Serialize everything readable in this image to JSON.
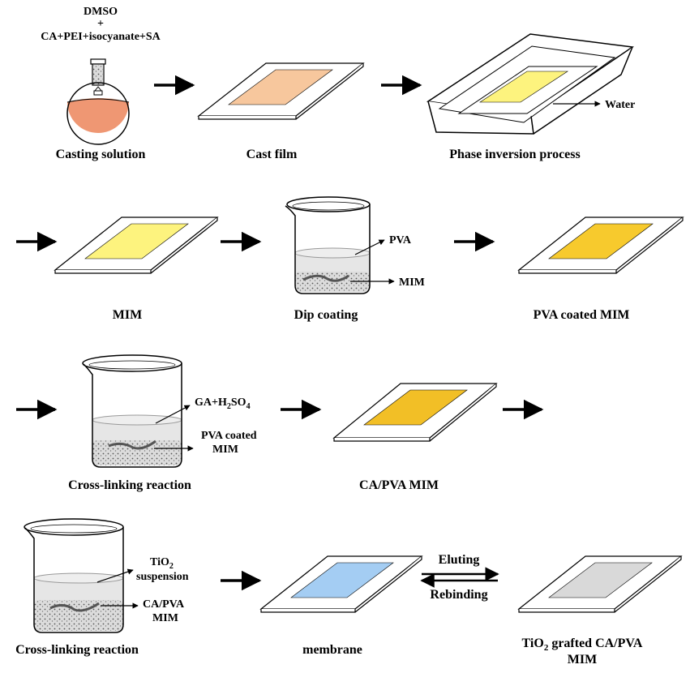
{
  "colors": {
    "cast_film": "#f7c79d",
    "solution": "#ef9773",
    "mim_yellow": "#fdf37e",
    "pva_coated": "#f7ca2d",
    "cross_linked": "#f2bf26",
    "membrane_blue": "#a4cdf3",
    "grafted_gray": "#d9d9d9",
    "liquid": "#e6e6e6",
    "sediment": "#c9c9c9"
  },
  "row1": {
    "reagent_solvent": "DMSO",
    "reagent_plus": "+",
    "reagent_mix": "CA+PEI+isocyanate+SA",
    "label_casting": "Casting solution",
    "label_cast_film": "Cast film",
    "label_water": "Water",
    "label_phase": "Phase inversion process"
  },
  "row2": {
    "label_mim": "MIM",
    "label_pva": "PVA",
    "label_mim_inner": "MIM",
    "label_dip": "Dip coating",
    "label_pva_coated": "PVA coated MIM"
  },
  "row3": {
    "label_ga_prefix": "GA+H",
    "label_ga_sub1": "2",
    "label_ga_mid": "SO",
    "label_ga_sub2": "4",
    "label_pva_coated_1": "PVA coated",
    "label_pva_coated_2": "MIM",
    "label_crosslink": "Cross-linking reaction",
    "label_capva": "CA/PVA MIM"
  },
  "row4": {
    "label_tio2_prefix": "TiO",
    "label_tio2_sub": "2",
    "label_suspension": "suspension",
    "label_capva_1": "CA/PVA",
    "label_capva_2": "MIM",
    "label_crosslink": "Cross-linking reaction",
    "label_membrane": "membrane",
    "label_eluting": "Eluting",
    "label_rebinding": "Rebinding",
    "label_grafted_prefix": "TiO",
    "label_grafted_sub": "2",
    "label_grafted_rest": " grafted CA/PVA",
    "label_grafted_line2": "MIM"
  }
}
